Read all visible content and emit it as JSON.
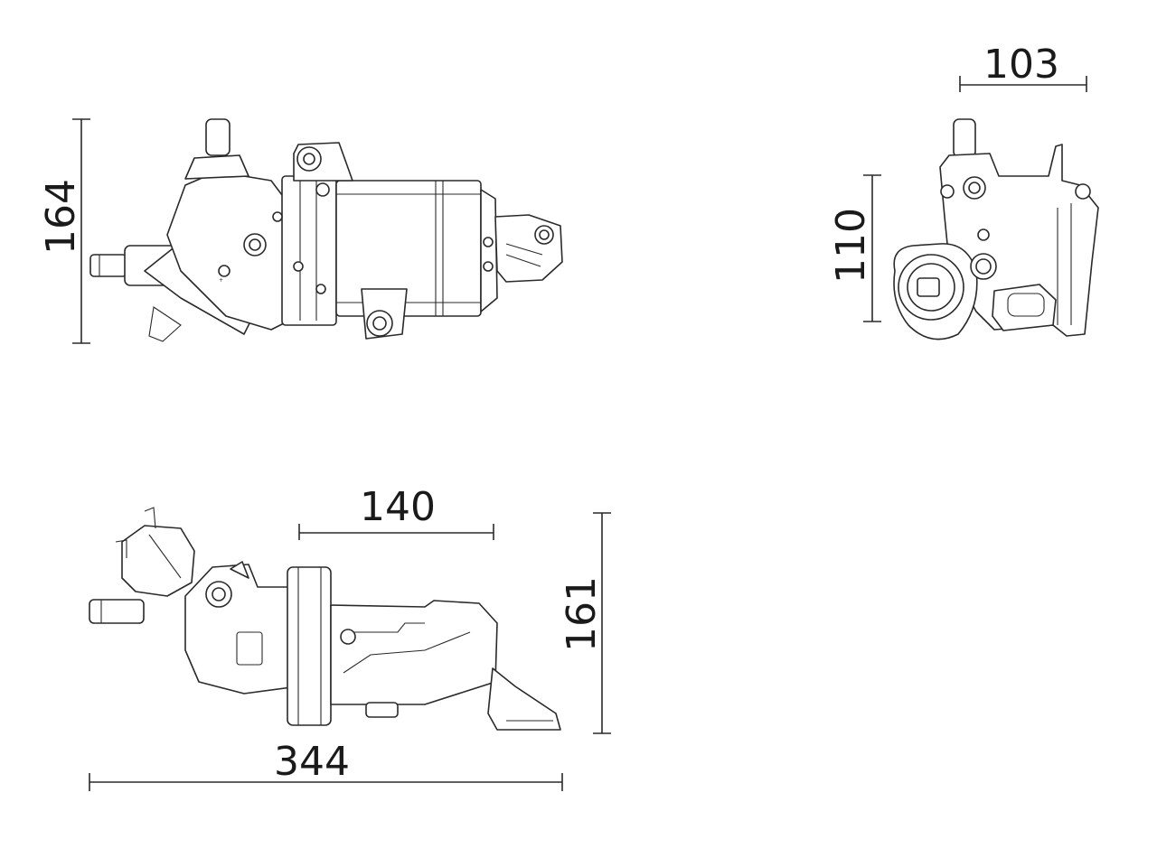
{
  "dimensions": {
    "front_height": "164",
    "side_width": "103",
    "side_height": "110",
    "bottom_offset": "140",
    "bottom_height": "161",
    "overall_length": "344"
  },
  "colors": {
    "line": "#2a2a2a",
    "background": "#ffffff"
  }
}
